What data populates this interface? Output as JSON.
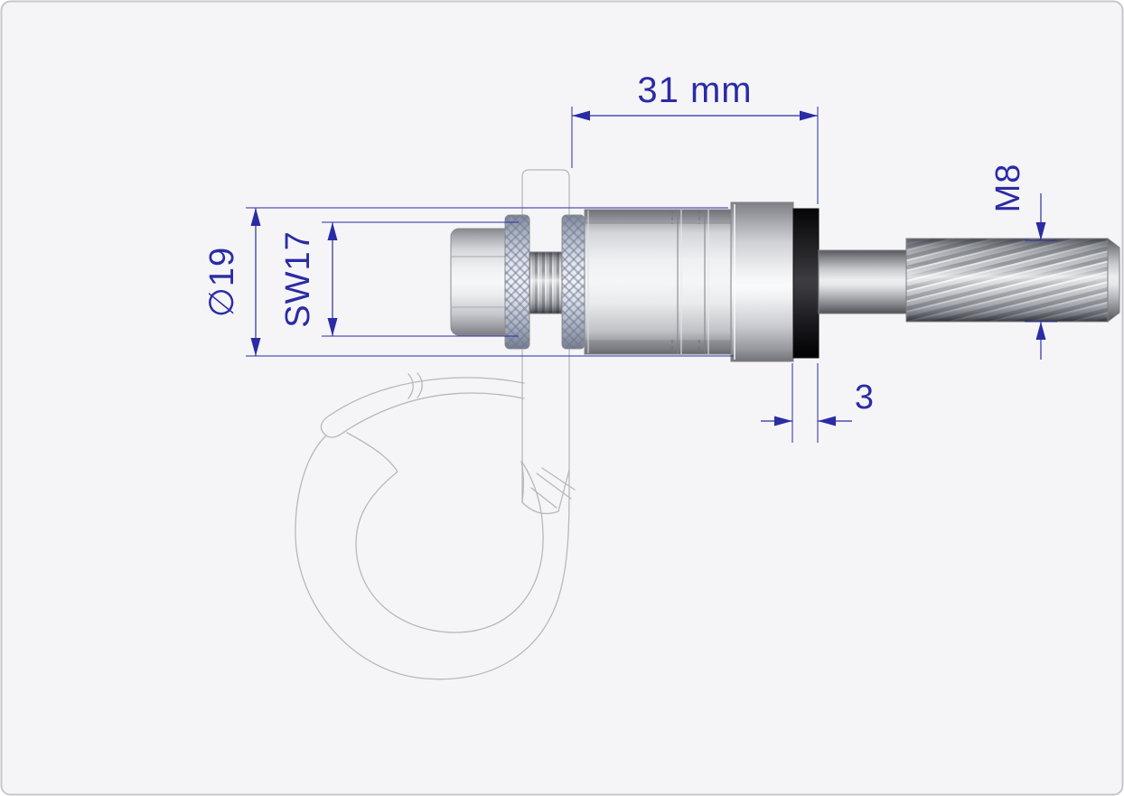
{
  "drawing": {
    "type": "cad-assembly-side-view",
    "subject": "pipe-hook with threaded fastener assembly",
    "dims": {
      "body_length": "31 mm",
      "thread": "M8",
      "outer_diameter": "∅19",
      "wrench_size": "SW17",
      "ring_width": "3"
    },
    "colors": {
      "dimension_blue": "#2b2ba6",
      "background": "#f5f5f7",
      "border": "#c6c7cb",
      "hook_outline": "#b7b8bd",
      "part_edge": "#7e8086",
      "ring_black": "#0a0a0c"
    }
  }
}
